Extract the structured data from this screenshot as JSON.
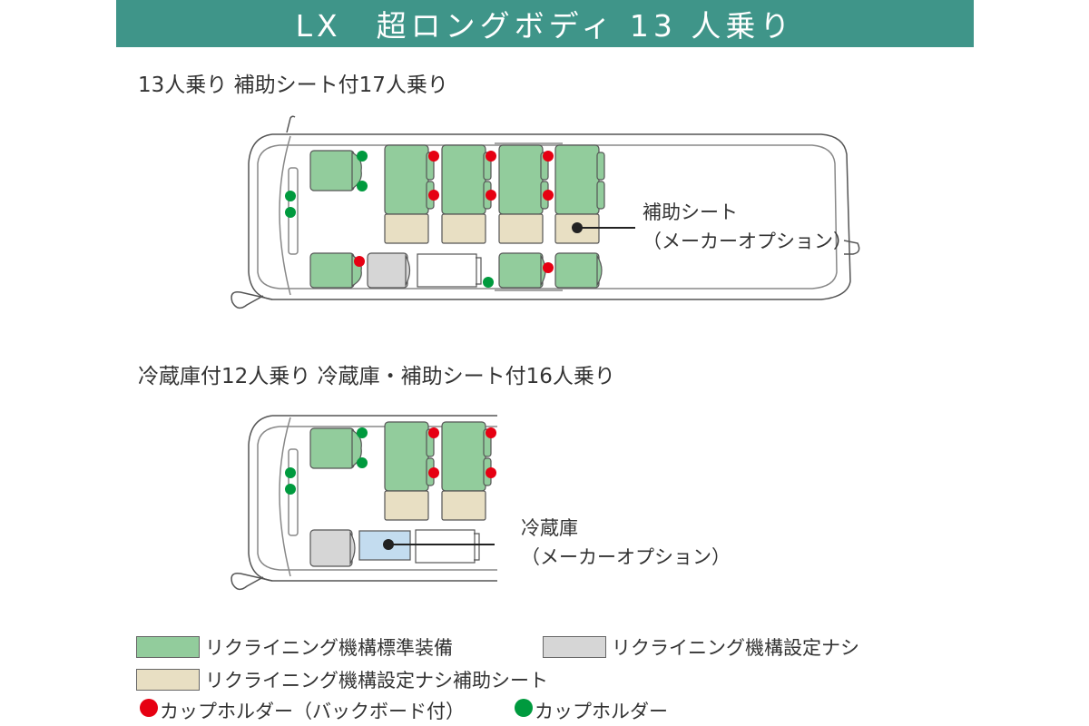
{
  "header": {
    "title": "LX　超ロングボディ 13 人乗り"
  },
  "layouts": {
    "first": {
      "subtitle": "13人乗り 補助シート付17人乗り"
    },
    "second": {
      "subtitle": "冷蔵庫付12人乗り 冷蔵庫・補助シート付16人乗り"
    }
  },
  "callouts": {
    "aux_seat": {
      "label": "補助シート",
      "note": "（メーカーオプション）"
    },
    "fridge": {
      "label": "冷蔵庫",
      "note": "（メーカーオプション）"
    }
  },
  "legend": {
    "green_seat": "リクライニング機構標準装備",
    "gray_seat": "リクライニング機構設定ナシ",
    "beige_seat": "リクライニング機構設定ナシ補助シート",
    "red_cup": "カップホルダー（バックボード付）",
    "green_cup": "カップホルダー"
  },
  "colors": {
    "header_bg": "#3f9589",
    "seat_green": "#92cc9c",
    "seat_gray": "#d6d6d6",
    "seat_beige": "#e8dfc3",
    "fridge_blue": "#c3dcef",
    "cup_red": "#e60012",
    "cup_green": "#009a3e"
  }
}
